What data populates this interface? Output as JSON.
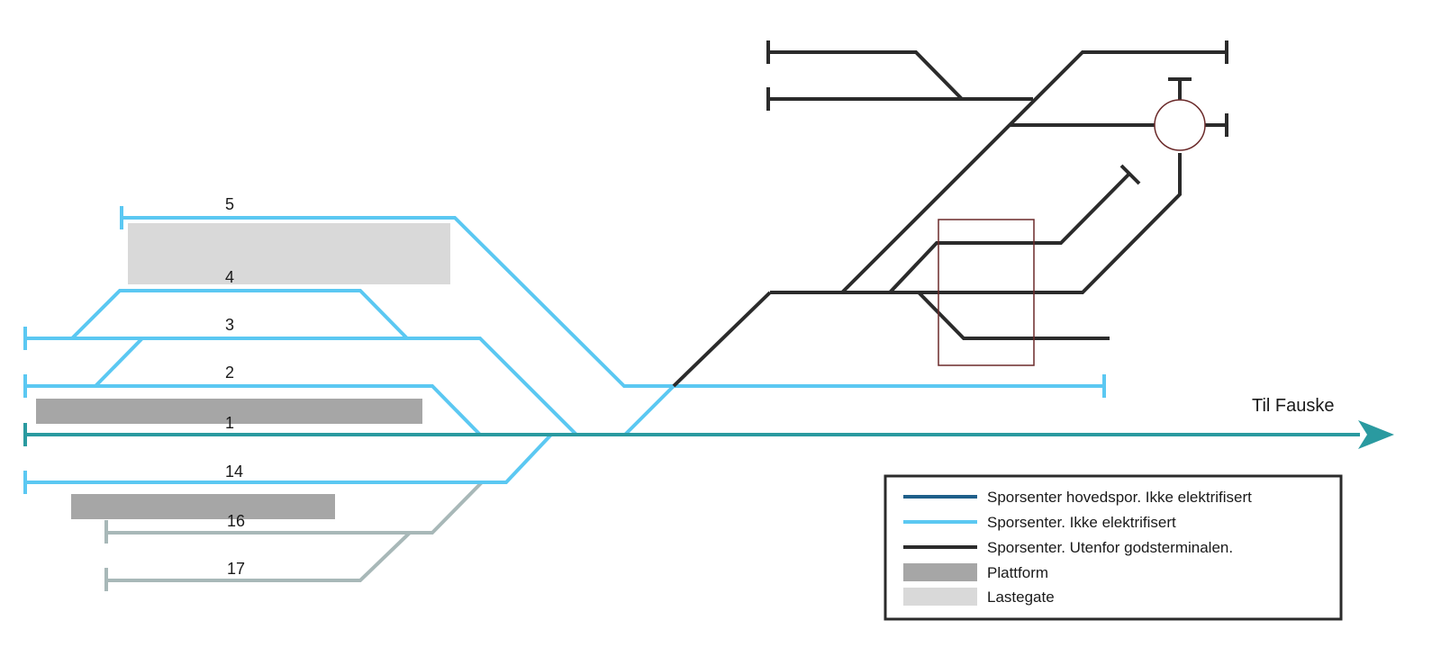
{
  "colors": {
    "main_track": "#2a9aa0",
    "light_blue": "#5bc8f2",
    "dark": "#2b2b2b",
    "grey_track": "#a8b8b8",
    "platform": "#a6a6a6",
    "loading": "#d9d9d9",
    "turntable": "#6b2a2a"
  },
  "tracks": {
    "t5": "5",
    "t4": "4",
    "t3": "3",
    "t2": "2",
    "t1": "1",
    "t14": "14",
    "t16": "16",
    "t17": "17"
  },
  "destination": "Til Fauske",
  "legend": {
    "item1": "Sporsenter hovedspor.  Ikke elektrifisert",
    "item2": "Sporsenter. Ikke elektrifisert",
    "item3": "Sporsenter. Utenfor godsterminalen.",
    "item4": "Plattform",
    "item5": "Lastegate"
  }
}
